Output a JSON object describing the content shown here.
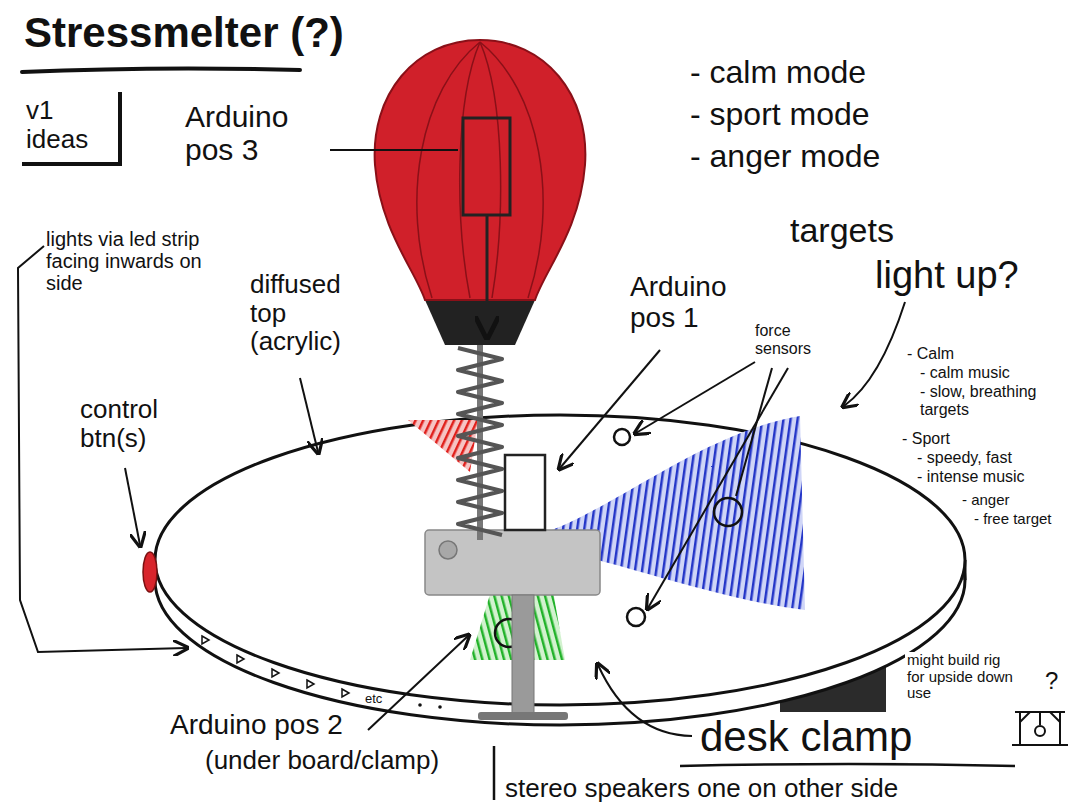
{
  "diagram": {
    "title": "Stressmelter (?)",
    "nodes": [
      {
        "text": [
          "v1 ideas"
        ]
      }
    ],
    "labels": [
      "Arduino pos 3",
      "- calm mode",
      "- sport mode",
      "- anger mode",
      "lights via led strip facing inwards on side",
      "diffused top (acrylic)",
      "control btn(s)",
      "Arduino pos 1",
      "targets",
      "light up?",
      "force sensors",
      "- Calm",
      "- calm music",
      "- slow, breathing targets",
      "- Sport",
      "- speedy, fast",
      "- intense music",
      "- anger",
      "- free target",
      "might build rig for upside down use",
      "?",
      "etc",
      "Arduino pos 2",
      "(under board/clamp)",
      "desk clamp",
      "stereo speakers one on other side"
    ]
  }
}
